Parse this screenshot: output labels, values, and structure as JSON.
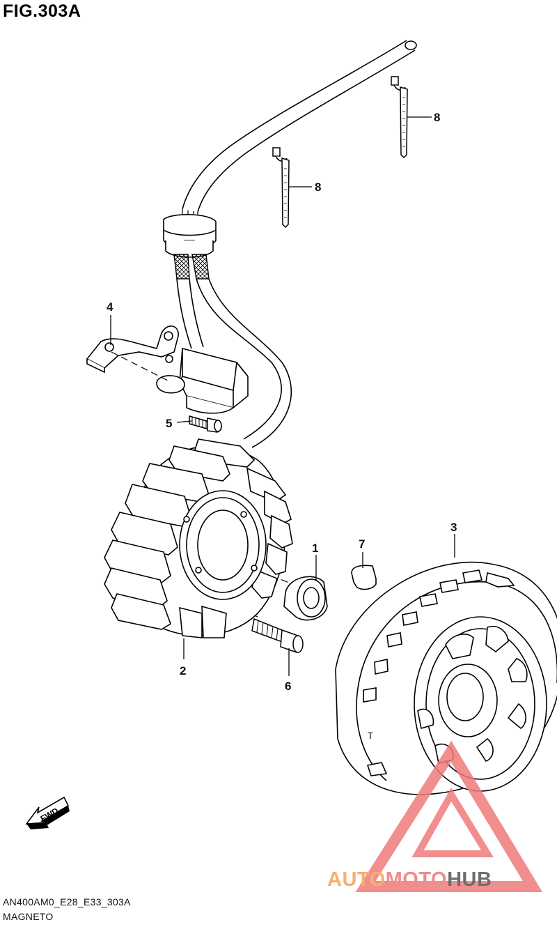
{
  "figure": {
    "title": "FIG.303A",
    "diagram_code": "AN400AM0_E28_E33_303A",
    "diagram_name": "MAGNETO"
  },
  "direction_tag": "FWD",
  "callouts": [
    {
      "id": "c1",
      "label": "1"
    },
    {
      "id": "c2",
      "label": "2"
    },
    {
      "id": "c3",
      "label": "3"
    },
    {
      "id": "c4",
      "label": "4"
    },
    {
      "id": "c5",
      "label": "5"
    },
    {
      "id": "c6",
      "label": "6"
    },
    {
      "id": "c7",
      "label": "7"
    },
    {
      "id": "c8a",
      "label": "8"
    },
    {
      "id": "c8b",
      "label": "8"
    }
  ],
  "watermark": {
    "part1": "AUTO",
    "part2": "MOTO",
    "part3": "HUB",
    "colors": {
      "auto": "#f5b071",
      "moto": "#ef8c8c",
      "hub": "#6e6e6e",
      "triangle": "#ef7b7b"
    }
  }
}
